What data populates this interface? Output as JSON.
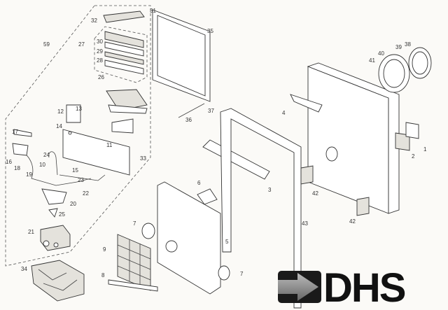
{
  "diagram": {
    "type": "exploded-parts-diagram",
    "labels": {
      "p59": "59",
      "p31": "31",
      "p32": "32",
      "p27": "27",
      "p30": "30",
      "p29": "29",
      "p28": "28",
      "p26": "26",
      "p12": "12",
      "p13": "13",
      "p14": "14",
      "p17": "17",
      "p11": "11",
      "p33": "33",
      "p16": "16",
      "p18": "18",
      "p24": "24",
      "p10": "10",
      "p15": "15",
      "p19": "19",
      "p23": "23",
      "p22": "22",
      "p20": "20",
      "p25": "25",
      "p21": "21",
      "p34": "34",
      "p35": "35",
      "p37": "37",
      "p36": "36",
      "p3": "3",
      "p6": "6",
      "p7a": "7",
      "p9": "9",
      "p8": "8",
      "p5": "5",
      "p7b": "7",
      "p4": "4",
      "p41": "41",
      "p40": "40",
      "p39": "39",
      "p38": "38",
      "p1": "1",
      "p2": "2",
      "p42a": "42",
      "p42b": "42",
      "p43": "43"
    }
  },
  "logo": {
    "text": "DHS",
    "arrow_color": "#8a8a8a",
    "box_color": "#1a1a1a"
  }
}
